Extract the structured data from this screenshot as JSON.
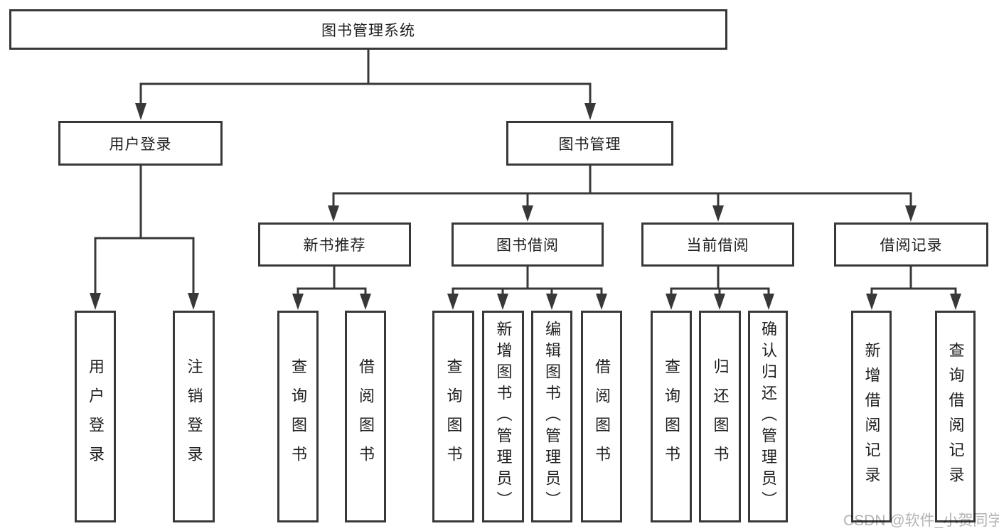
{
  "tree": {
    "root": "图书管理系统",
    "branches": [
      {
        "label": "用户登录",
        "leaves": [
          "用户登录",
          "注销登录"
        ]
      },
      {
        "label": "图书管理",
        "sections": [
          {
            "label": "新书推荐",
            "leaves": [
              "查询图书",
              "借阅图书"
            ]
          },
          {
            "label": "图书借阅",
            "leaves": [
              "查询图书",
              "新增图书（管理员）",
              "编辑图书（管理员）",
              "借阅图书"
            ]
          },
          {
            "label": "当前借阅",
            "leaves": [
              "查询图书",
              "归还图书",
              "确认归还（管理员）"
            ]
          },
          {
            "label": "借阅记录",
            "leaves": [
              "新增借阅记录",
              "查询借阅记录"
            ]
          }
        ]
      }
    ]
  },
  "watermark": "CSDN @软件_小贺同学",
  "colors": {
    "line": "#383838",
    "text": "#1f1f1f",
    "box_fill": "#ffffff",
    "watermark": "#b3b3b3",
    "background": "#ffffff"
  }
}
